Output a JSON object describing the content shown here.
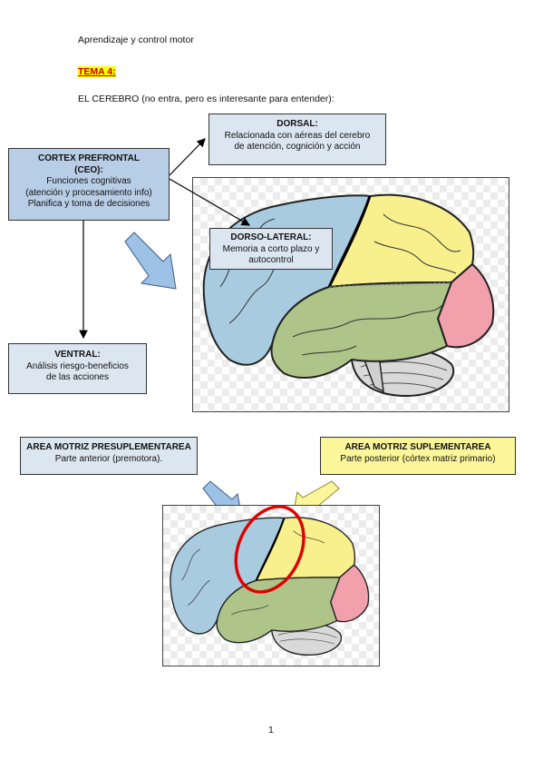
{
  "header": {
    "course": "Aprendizaje y control motor",
    "topic": "TEMA 4:",
    "intro": "EL CEREBRO (no entra, pero es interesante para entender):"
  },
  "boxes": {
    "prefrontal": {
      "title": "CORTEX PREFRONTAL",
      "subtitle": "(CEO):",
      "line1": "Funciones cognitivas",
      "line2": "(atención y procesamiento info)",
      "line3": "Planifica y toma de decisiones"
    },
    "dorsal": {
      "title": "DORSAL:",
      "line1": "Relacionada con aéreas del cerebro",
      "line2": "de atención, cognición y acción"
    },
    "dorsolateral": {
      "title": "DORSO-LATERAL:",
      "line1": "Memoria a corto plazo y",
      "line2": "autocontrol"
    },
    "ventral": {
      "title": "VENTRAL:",
      "line1": "Análisis riesgo-beneficios",
      "line2": "de las acciones"
    },
    "presupplementary": {
      "title": "AREA MOTRIZ PRESUPLEMENTAREA",
      "line1": "Parte anterior (premotora)."
    },
    "supplementary": {
      "title": "AREA MOTRIZ SUPLEMENTAREA",
      "line1": "Parte posterior (córtex matriz primario)"
    }
  },
  "footer": {
    "page_number": "1"
  },
  "colors": {
    "frontal": "#a9cbe0",
    "parietal": "#f7f08c",
    "temporal": "#aec489",
    "occipital": "#f1a0ac",
    "cerebellum": "#d9d9d9",
    "arrow_blue": "#9ec2e6",
    "arrow_yellow": "#fbf69a",
    "highlight_circle": "#e00000"
  }
}
